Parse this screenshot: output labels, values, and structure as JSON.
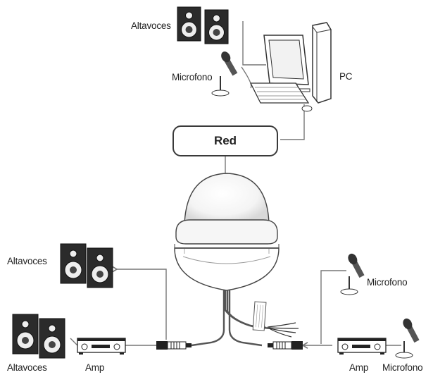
{
  "labels": {
    "speakers_pc": "Altavoces",
    "microphone_pc": "Microfono",
    "pc": "PC",
    "network": "Red",
    "speakers_left_top": "Altavoces",
    "microphone_right_top": "Microfono",
    "speakers_left_bottom": "Altavoces",
    "amp_left": "Amp",
    "amp_right": "Amp",
    "microphone_right_bottom": "Microfono"
  },
  "colors": {
    "line": "#777777",
    "outline": "#3a3a3a",
    "device_dark": "#2b2b2b",
    "device_light": "#e9e9e9"
  }
}
